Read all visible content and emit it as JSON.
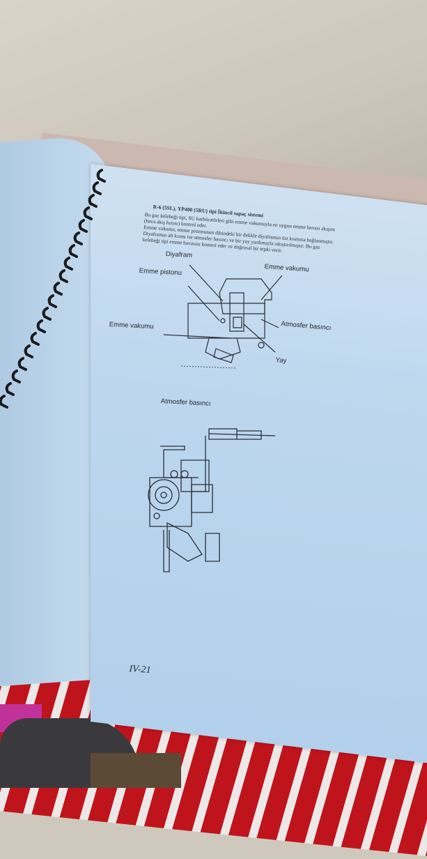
{
  "scene": {
    "description": "Photo of a spiral-bound Turkish technical manual page showing carburetor diagrams",
    "colors": {
      "paper": "#bcd6ee",
      "ink": "#2b2f38",
      "wall": "#d3cdc1",
      "towel": "#cbb8b0",
      "stripe_red": "#c0141c",
      "stripe_white": "#ece8e8"
    }
  },
  "document": {
    "heading": "R-6 (5SL), YP400 (5RU) tipi İkincil sapaç sistemi",
    "paragraph_lines": [
      "Bu gaz kelebeği tipi, SU karbüratörleri gibi emme vakumuyla en uygun emme havası akışını",
      "(hava akış hızını) kontrol eder.",
      "Emme vakumu, emme pistonunun dibindeki bir delikle diyaframın üst kısmına bağlanmıştır.",
      "Diyaframın alt kısmı ise atmosfer basıncı ve bir yay yardımıyla sıkıştırılmıştır. Bu gaz",
      "kelebeği tipi emme havasını kontrol eder ve doğrusal bir tepki verir."
    ],
    "diagram_1": {
      "labels": {
        "diaphragm": "Diyafram",
        "intake_piston": "Emme pistonu",
        "intake_vacuum_top": "Emme vakumu",
        "atmospheric_pressure": "Atmosfer basıncı",
        "intake_vacuum_left": "Emme vakumu",
        "spring": "Yay"
      }
    },
    "diagram_2": {
      "labels": {
        "atmospheric_pressure": "Atmosfer basıncı"
      }
    },
    "page_number": "IV-21"
  }
}
